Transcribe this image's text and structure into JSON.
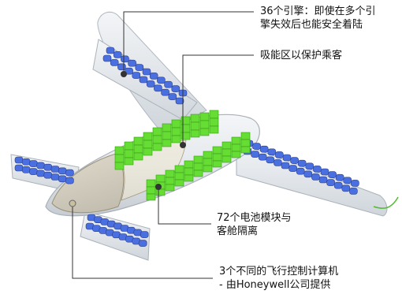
{
  "callouts": {
    "engines": {
      "line1": "36个引擎：即使在多个引",
      "line2": "擎失效后也能安全着陆"
    },
    "crumple": {
      "line1": "吸能区以保护乘客"
    },
    "batteries": {
      "line1": "72个电池模块与",
      "line2": "客舱隔离"
    },
    "computers": {
      "line1": "3个不同的飞行控制计算机",
      "line2": "- 由Honeywell公司提供"
    }
  },
  "components": {
    "engine_count": 36,
    "battery_module_count": 72,
    "flight_computer_count": 3
  },
  "colors": {
    "battery": "#66dd33",
    "engine": "#4a6fe0",
    "fuselage": "#e6eaee",
    "leader": "#333333"
  }
}
